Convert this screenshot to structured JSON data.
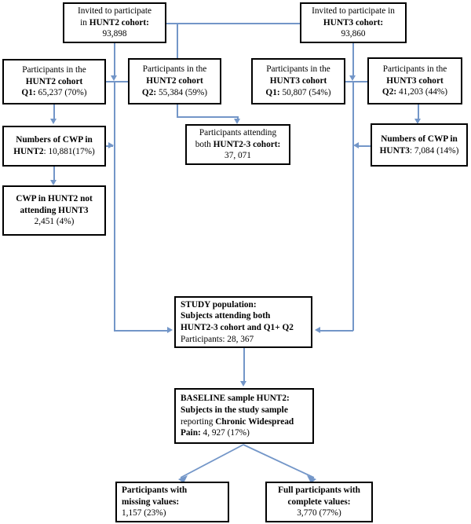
{
  "diagram": {
    "title": "HUNT2-HUNT3 cohort participant flow chart",
    "accent_color": "#7396c8",
    "box_border_color": "#000000",
    "background": "#ffffff"
  },
  "nodes": {
    "invited_hunt2": {
      "line1": "Invited to participate",
      "line2_prefix": "in ",
      "line2_bold": "HUNT2 cohort:",
      "line3": "93,898"
    },
    "invited_hunt3": {
      "line1": "Invited to participate in",
      "line2_bold": "HUNT3 cohort:",
      "line3": "93,860"
    },
    "hunt2_q1": {
      "line1": "Participants in the",
      "line2_bold": "HUNT2 cohort",
      "line3_bold": "Q1:",
      "line3_rest": " 65,237 (70%)"
    },
    "hunt2_q2": {
      "line1": "Participants in the",
      "line2_bold": "HUNT2 cohort",
      "line3_bold": "Q2:",
      "line3_rest": " 55,384 (59%)"
    },
    "hunt3_q1": {
      "line1": "Participants in the",
      "line2_bold": "HUNT3 cohort",
      "line3_bold": "Q1:",
      "line3_rest": " 50,807 (54%)"
    },
    "hunt3_q2": {
      "line1": "Participants in the",
      "line2_bold": "HUNT3 cohort",
      "line3_bold": "Q2:",
      "line3_rest": " 41,203 (44%)"
    },
    "cwp_hunt2": {
      "line1_bold": "Numbers of CWP in",
      "line2_bold": "HUNT2",
      "line2_rest": ": 10,881(17%)"
    },
    "cwp_hunt3": {
      "line1_bold": "Numbers of CWP in",
      "line2_bold": "HUNT3",
      "line2_rest": ": 7,084 (14%)"
    },
    "cwp_not_attending": {
      "line1_bold": "CWP in  HUNT2 not",
      "line2_bold": "attending HUNT3",
      "line3": "2,451 (4%)"
    },
    "attending_both": {
      "line1": "Participants attending",
      "line2_prefix": "both ",
      "line2_bold": "HUNT2-3 cohort:",
      "line3": "37, 071"
    },
    "study_population": {
      "line1_bold": "STUDY population:",
      "line2_bold": "Subjects attending both",
      "line3_bold": "HUNT2-3 cohort and Q1+ Q2",
      "line4": "Participants: 28, 367"
    },
    "baseline_sample": {
      "line1_bold": "BASELINE sample HUNT2:",
      "line2_bold": "Subjects in the study sample",
      "line3_prefix": "reporting ",
      "line3_bold": "Chronic Widespread",
      "line4_bold": "Pain:",
      "line4_rest": " 4, 927 (17%)"
    },
    "missing_values": {
      "line1_bold": "Participants with",
      "line2_bold": "missing values:",
      "line3": "1,157 (23%)"
    },
    "complete_values": {
      "line1_bold": "Full participants with",
      "line2_bold": "complete values:",
      "line3": "3,770 (77%)"
    }
  }
}
